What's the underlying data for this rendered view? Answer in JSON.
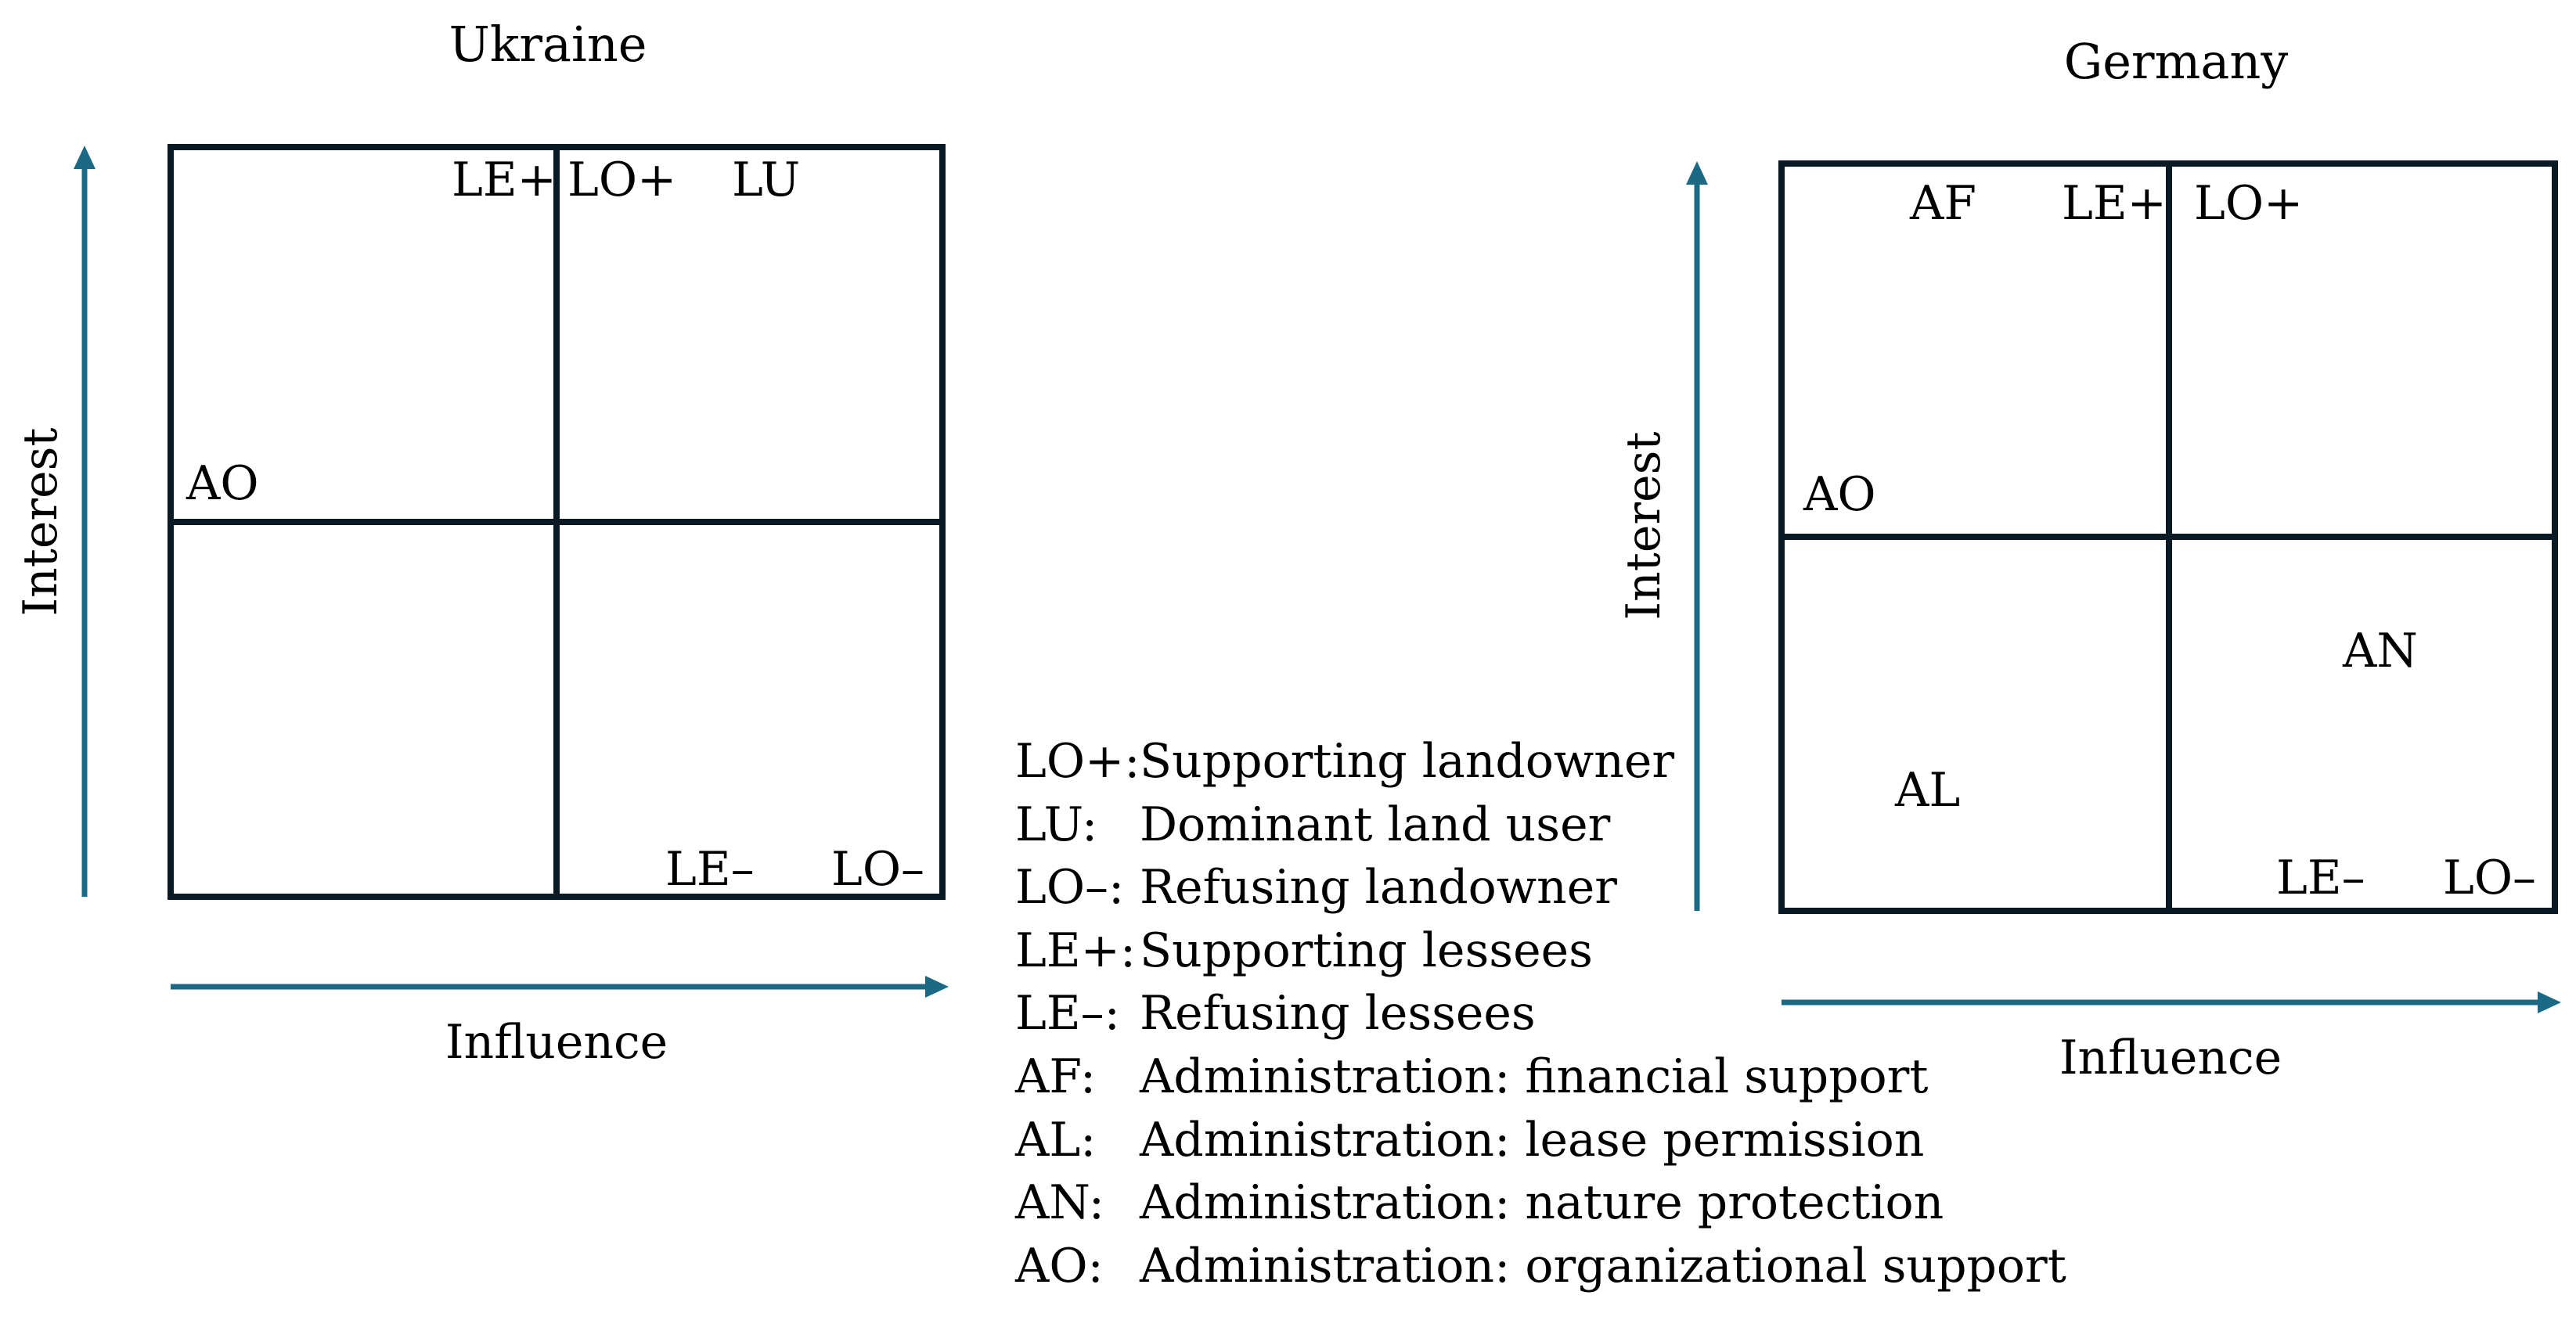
{
  "colors": {
    "axis": "#1a6a85",
    "grid": "#0a1a24",
    "text": "#000000"
  },
  "ukraine": {
    "title": "Ukraine",
    "x_label": "Influence",
    "y_label": "Interest",
    "stakeholders": {
      "le_plus": "LE+",
      "lo_plus": "LO+",
      "lu": "LU",
      "ao": "AO",
      "le_minus": "LE–",
      "lo_minus": "LO–"
    }
  },
  "germany": {
    "title": "Germany",
    "x_label": "Influence",
    "y_label": "Interest",
    "stakeholders": {
      "af": "AF",
      "le_plus": "LE+",
      "lo_plus": "LO+",
      "ao": "AO",
      "an": "AN",
      "al": "AL",
      "le_minus": "LE–",
      "lo_minus": "LO–"
    }
  },
  "legend": [
    {
      "code": "LO+:",
      "desc": "Supporting landowner"
    },
    {
      "code": "LU:",
      "desc": "Dominant land user"
    },
    {
      "code": "LO–:",
      "desc": "Refusing landowner"
    },
    {
      "code": "LE+:",
      "desc": "Supporting lessees"
    },
    {
      "code": "LE–:",
      "desc": "Refusing lessees"
    },
    {
      "code": "AF:",
      "desc": "Administration: financial support"
    },
    {
      "code": "AL:",
      "desc": "Administration: lease permission"
    },
    {
      "code": "AN:",
      "desc": "Administration: nature protection"
    },
    {
      "code": "AO:",
      "desc": "Administration: organizational support"
    }
  ]
}
